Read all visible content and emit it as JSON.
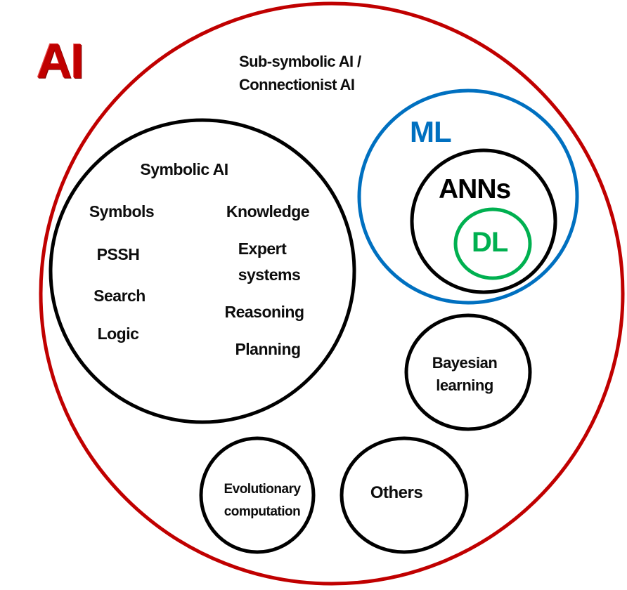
{
  "diagram": {
    "title": "AI",
    "colors": {
      "ai": "#C00000",
      "ml": "#0070C0",
      "dl": "#00B050",
      "neutral": "#000000"
    },
    "regions": {
      "ai": {
        "label": "AI"
      },
      "subsymbolic": {
        "label_line1": "Sub-symbolic AI /",
        "label_line2": "Connectionist AI"
      },
      "symbolic": {
        "label": "Symbolic AI",
        "items_left": [
          "Symbols",
          "PSSH",
          "Search",
          "Logic"
        ],
        "items_right": [
          "Knowledge",
          "Expert",
          "systems",
          "Reasoning",
          "Planning"
        ]
      },
      "ml": {
        "label": "ML"
      },
      "anns": {
        "label": "ANNs"
      },
      "dl": {
        "label": "DL"
      },
      "bayesian": {
        "label_line1": "Bayesian",
        "label_line2": "learning"
      },
      "evolutionary": {
        "label_line1": "Evolutionary",
        "label_line2": "computation"
      },
      "others": {
        "label": "Others"
      }
    },
    "relations": [
      {
        "child": "Symbolic AI",
        "parent": "AI"
      },
      {
        "child": "ML",
        "parent": "AI"
      },
      {
        "child": "ANNs",
        "parent": "ML"
      },
      {
        "child": "DL",
        "parent": "ANNs"
      },
      {
        "child": "Bayesian learning",
        "parent": "AI"
      },
      {
        "child": "Evolutionary computation",
        "parent": "AI"
      },
      {
        "child": "Others",
        "parent": "AI"
      }
    ]
  }
}
